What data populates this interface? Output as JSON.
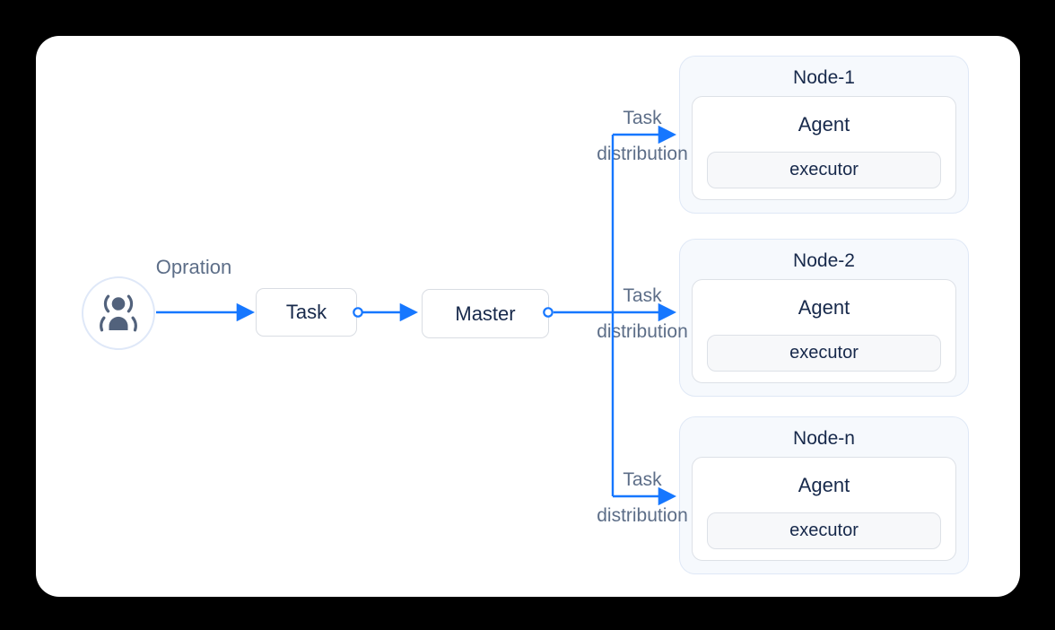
{
  "diagram": {
    "operator": {
      "label": "Opration",
      "icon": "users-icon"
    },
    "task": {
      "label": "Task"
    },
    "master": {
      "label": "Master"
    },
    "edge_label": {
      "line1": "Task",
      "line2": "distribution"
    },
    "nodes": [
      {
        "title": "Node-1",
        "agent_label": "Agent",
        "executor_label": "executor"
      },
      {
        "title": "Node-2",
        "agent_label": "Agent",
        "executor_label": "executor"
      },
      {
        "title": "Node-n",
        "agent_label": "Agent",
        "executor_label": "executor"
      }
    ],
    "colors": {
      "accent_blue": "#1677ff",
      "label_gray": "#5d6e88",
      "text_navy": "#17294b",
      "node_bg": "#f6f9fd",
      "node_border": "#dfe8f6",
      "box_border": "#d9dde3",
      "executor_bg": "#f7f8fa",
      "icon_slate": "#52627c",
      "canvas_bg": "#ffffff",
      "page_bg": "#000000"
    }
  }
}
